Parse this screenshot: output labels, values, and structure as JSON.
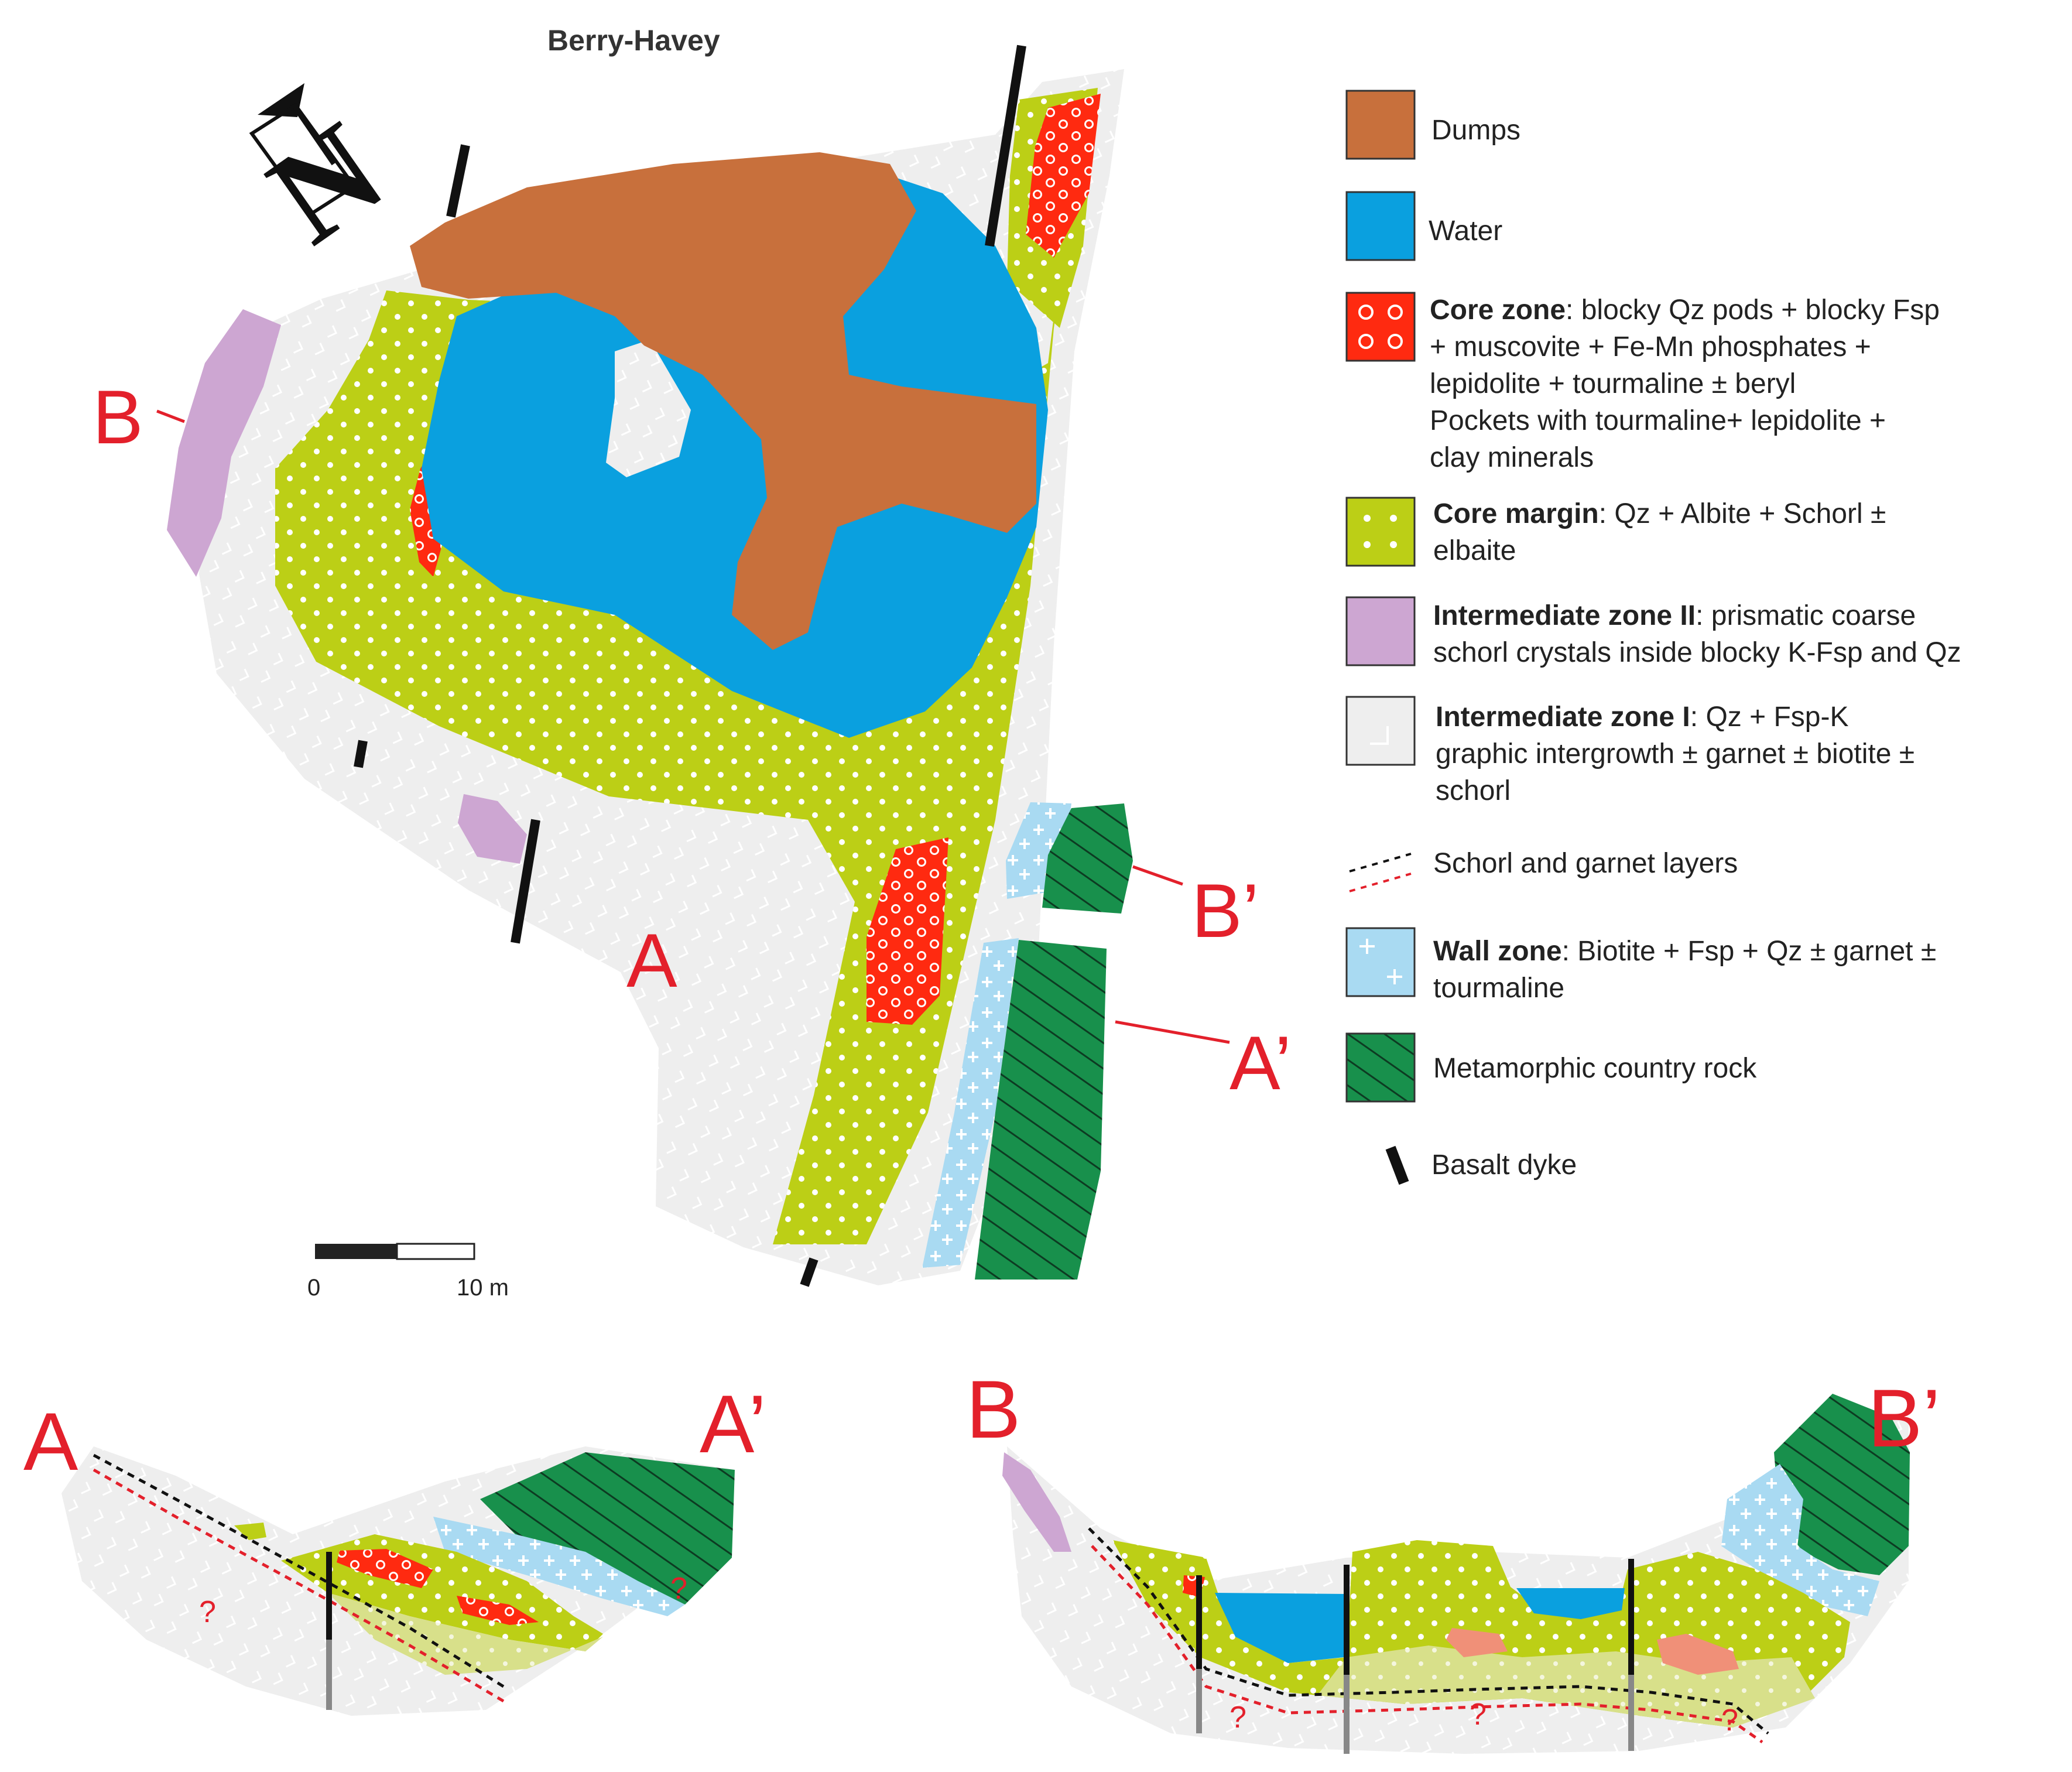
{
  "title": "Berry-Havey",
  "north_label": "N",
  "map_labels": {
    "a": "A",
    "a_prime": "A’",
    "b": "B",
    "b_prime": "B’"
  },
  "scale_bar": {
    "zero": "0",
    "end": "10 m"
  },
  "legend": [
    {
      "key": "dumps",
      "swatch": "#c8703c",
      "bold": "",
      "lines": [
        "Dumps"
      ]
    },
    {
      "key": "water",
      "swatch": "#0aa0df",
      "bold": "",
      "lines": [
        "Water"
      ]
    },
    {
      "key": "core-zone",
      "swatch": "#ff2a10",
      "bold": "Core zone",
      "lines": [
        ": blocky Qz pods + blocky Fsp",
        "+ muscovite + Fe-Mn phosphates +",
        "lepidolite + tourmaline ± beryl",
        "Pockets with tourmaline+ lepidolite +",
        "clay minerals"
      ]
    },
    {
      "key": "core-margin",
      "swatch": "#bccf16",
      "bold": "Core margin",
      "lines": [
        ": Qz + Albite + Schorl ±",
        "elbaite"
      ]
    },
    {
      "key": "intermediate-zone-2",
      "swatch": "#cda6d2",
      "bold": "Intermediate zone II",
      "lines": [
        ": prismatic coarse",
        "schorl crystals inside blocky K-Fsp and Qz"
      ]
    },
    {
      "key": "intermediate-zone-1",
      "swatch": "#eeeeee",
      "bold": "Intermediate zone I",
      "lines": [
        ": Qz + Fsp-K",
        "graphic intergrowth ± garnet ± biotite ±",
        "schorl"
      ]
    },
    {
      "key": "schorl-garnet-layers",
      "swatch": "",
      "bold": "",
      "lines": [
        "Schorl and garnet layers"
      ]
    },
    {
      "key": "wall-zone",
      "swatch": "#a9daf2",
      "bold": "Wall zone",
      "lines": [
        ": Biotite + Fsp + Qz ± garnet ±",
        "tourmaline"
      ]
    },
    {
      "key": "country-rock",
      "swatch": "#18904c",
      "bold": "",
      "lines": [
        "Metamorphic country rock"
      ]
    },
    {
      "key": "basalt-dyke",
      "swatch": "#111111",
      "bold": "",
      "lines": [
        "Basalt dyke"
      ]
    }
  ],
  "sections": {
    "aa": {
      "left": "A",
      "right": "A’",
      "unknown": [
        "?",
        "?"
      ]
    },
    "bb": {
      "left": "B",
      "right": "B’",
      "unknown": [
        "?",
        "?",
        "?"
      ]
    }
  },
  "colors": {
    "dumps": "#c8703c",
    "water": "#0aa0df",
    "core_zone": "#ff2a10",
    "core_margin": "#bccf16",
    "intermediate_zone_2": "#cda6d2",
    "intermediate_zone_1": "#eeeeee",
    "wall_zone": "#a9daf2",
    "country_rock": "#18904c",
    "dyke": "#111111",
    "label_red": "#e3202b"
  }
}
